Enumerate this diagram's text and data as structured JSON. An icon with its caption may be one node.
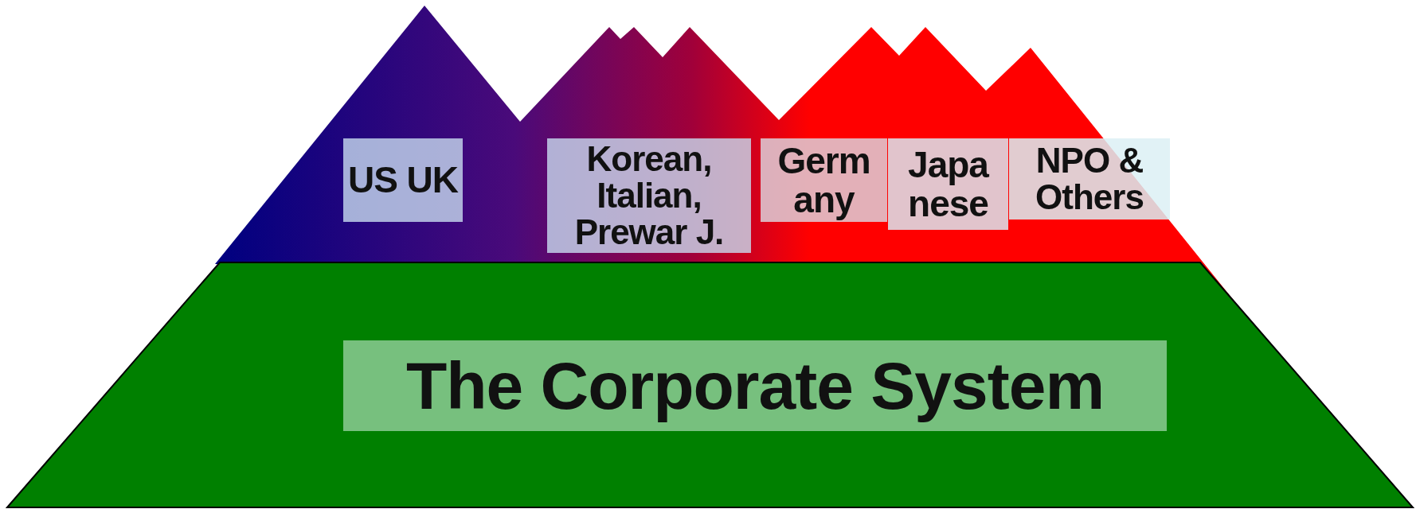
{
  "diagram": {
    "nodes": [
      {
        "text": [
          "US UK"
        ]
      },
      {
        "text": [
          "Korean, Italian, Prewar J."
        ]
      },
      {
        "text": [
          "Germ any"
        ]
      },
      {
        "text": [
          "Japa nese"
        ]
      },
      {
        "text": [
          "NPO & Others"
        ]
      },
      {
        "text": [
          "The Corporate System"
        ]
      }
    ],
    "edges": []
  }
}
